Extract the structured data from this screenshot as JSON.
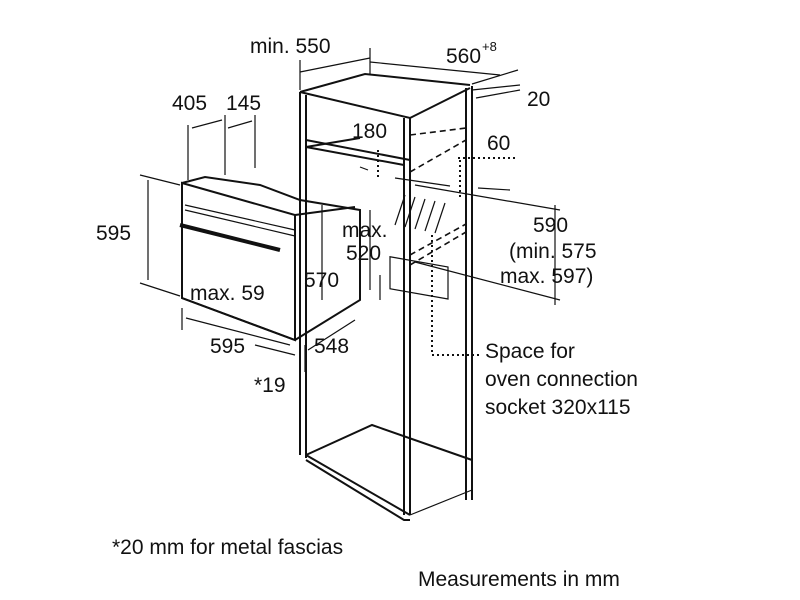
{
  "title": "Oven installation dimensions",
  "dimensions": {
    "cabinet_min_width": "min. 550",
    "cabinet_depth": "560",
    "cabinet_depth_tolerance": "+8",
    "back_gap": "20",
    "oven_front_depth": "405",
    "oven_rear_depth": "145",
    "vent_opening": "180",
    "rear_clearance": "60",
    "oven_height": "595",
    "niche_height": "590",
    "niche_height_min": "(min. 575",
    "niche_height_max": "max. 597)",
    "max_depth_label": "max.",
    "max_depth_value": "520",
    "oven_body_height": "570",
    "fascia_max": "max. 59",
    "oven_width": "595",
    "oven_body_depth": "548",
    "fascia_thickness": "*19"
  },
  "socket_note": [
    "Space for",
    "oven connection",
    "socket 320x115"
  ],
  "footnote": "*20 mm for metal fascias",
  "units_note": "Measurements in mm"
}
